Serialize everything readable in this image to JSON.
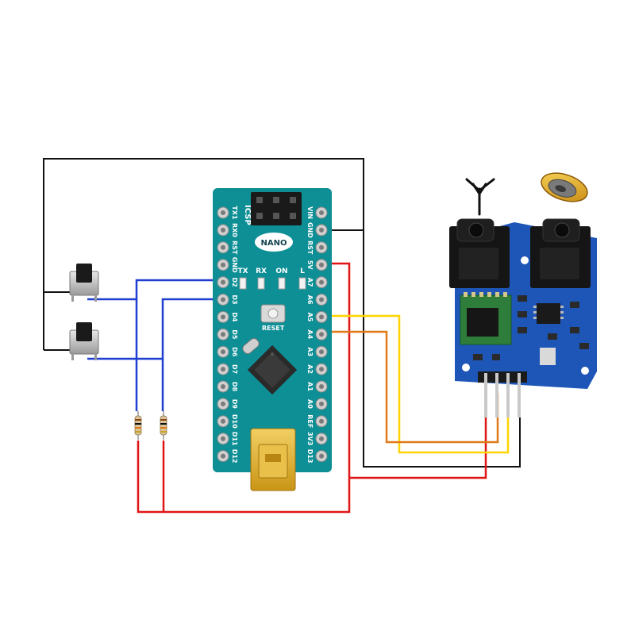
{
  "colors": {
    "background": "#ffffff",
    "wire_black": "#111111",
    "wire_blue": "#1f3fd0",
    "wire_red": "#e01515",
    "wire_yellow": "#ffd400",
    "wire_orange": "#e07a18",
    "arduino_board": "#0d8f95",
    "radio_board": "#1e56b8"
  },
  "arduino": {
    "left_pins": [
      "TX1",
      "RX0",
      "RST",
      "GND",
      "D2",
      "D3",
      "D4",
      "D5",
      "D6",
      "D7",
      "D8",
      "D9",
      "D10",
      "D11",
      "D12"
    ],
    "right_pins": [
      "VIN",
      "GND",
      "RST",
      "5V",
      "A7",
      "A6",
      "A5",
      "A4",
      "A3",
      "A2",
      "A1",
      "A0",
      "REF",
      "3V3",
      "D13"
    ],
    "icsp_label": "ICSP",
    "nano_label": "NANO",
    "leds": [
      "TX",
      "RX",
      "ON",
      "L"
    ],
    "reset_label": "RESET"
  },
  "components": {
    "antenna_icon": "antenna-icon",
    "speaker_icon": "speaker-icon"
  }
}
